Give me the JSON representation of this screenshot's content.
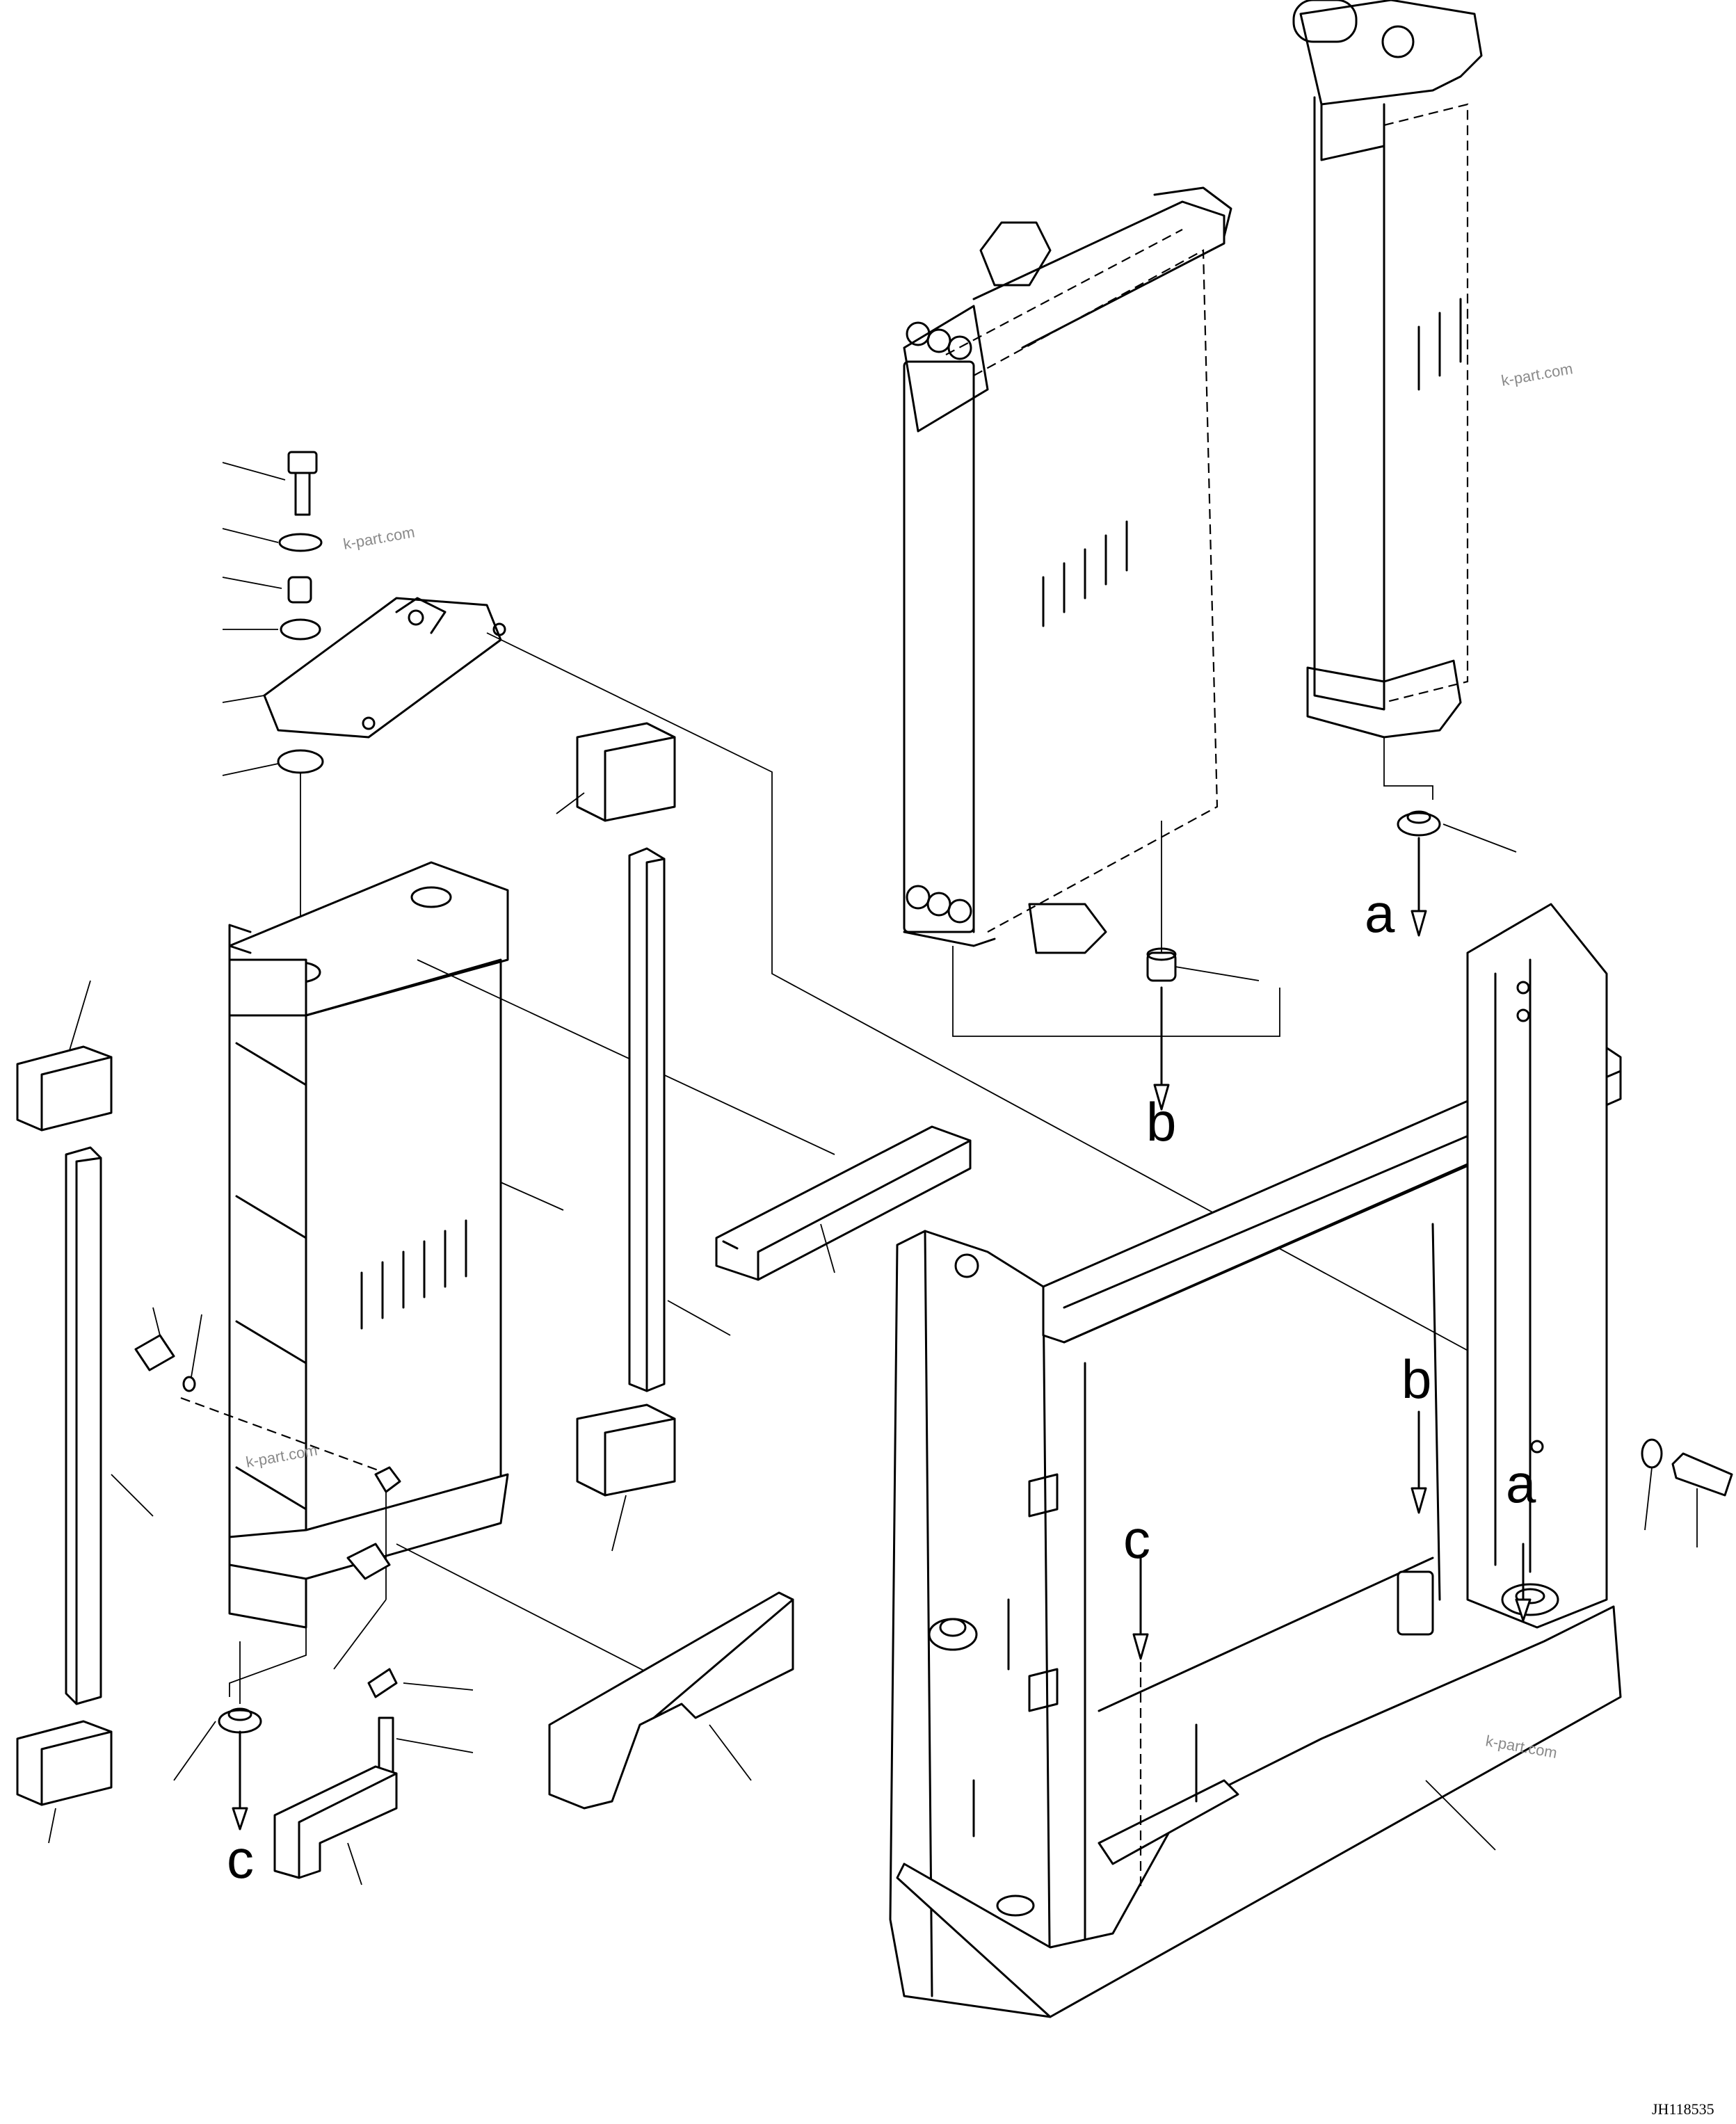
{
  "diagram": {
    "labels": {
      "a": "a",
      "b": "b",
      "c": "c"
    },
    "watermark": "k-part.com",
    "drawing_code": "JH118535"
  }
}
